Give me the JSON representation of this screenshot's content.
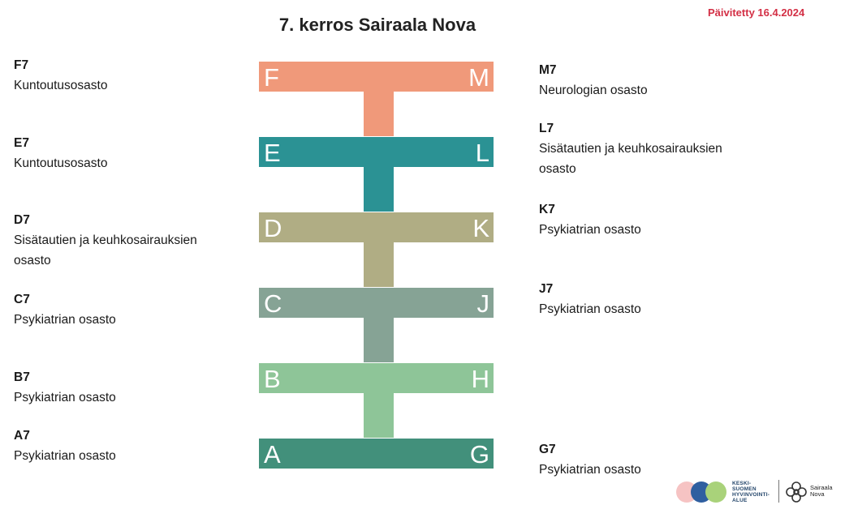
{
  "title": "7. kerros Sairaala Nova",
  "updated": "Päivitetty 16.4.2024",
  "colors": {
    "updated_text": "#d32f45",
    "F_M": "#f0997a",
    "E_L": "#2b9294",
    "D_K": "#b0ad84",
    "C_J": "#86a395",
    "B_H": "#8ec598",
    "A_G": "#42907b"
  },
  "left_units": [
    {
      "code": "F7",
      "name": "Kuntoutusosasto"
    },
    {
      "code": "E7",
      "name": "Kuntoutusosasto"
    },
    {
      "code": "D7",
      "name": "Sisätautien ja keuhkosairauksien osasto"
    },
    {
      "code": "C7",
      "name": "Psykiatrian osasto"
    },
    {
      "code": "B7",
      "name": "Psykiatrian osasto"
    },
    {
      "code": "A7",
      "name": "Psykiatrian osasto"
    }
  ],
  "right_units": [
    {
      "code": "M7",
      "name": "Neurologian osasto"
    },
    {
      "code": "L7",
      "name": "Sisätautien ja keuhkosairauksien osasto"
    },
    {
      "code": "K7",
      "name": "Psykiatrian osasto"
    },
    {
      "code": "J7",
      "name": "Psykiatrian osasto"
    },
    {
      "code": "G7",
      "name": "Psykiatrian osasto"
    }
  ],
  "wings": [
    {
      "left": "F",
      "right": "M",
      "color_key": "F_M"
    },
    {
      "left": "E",
      "right": "L",
      "color_key": "E_L"
    },
    {
      "left": "D",
      "right": "K",
      "color_key": "D_K"
    },
    {
      "left": "C",
      "right": "J",
      "color_key": "C_J"
    },
    {
      "left": "B",
      "right": "H",
      "color_key": "B_H"
    },
    {
      "left": "A",
      "right": "G",
      "color_key": "A_G"
    }
  ],
  "logo": {
    "region_text_1": "KESKI-",
    "region_text_2": "SUOMEN",
    "region_text_3": "HYVINVOINTI-",
    "region_text_4": "ALUE",
    "hospital_text_1": "Sairaala",
    "hospital_text_2": "Nova"
  }
}
